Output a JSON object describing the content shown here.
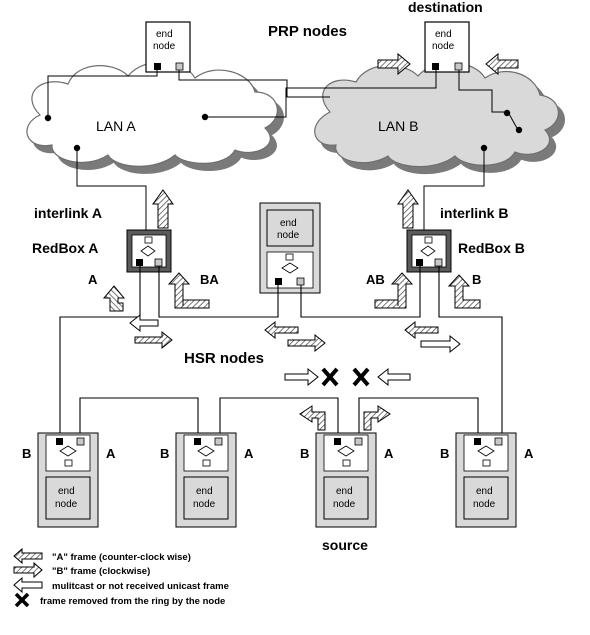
{
  "title": "PRP nodes",
  "destination_label": "destination",
  "end_node_label": [
    "end",
    "node"
  ],
  "lan_a": "LAN A",
  "lan_b": "LAN B",
  "interlink_a": "interlink A",
  "interlink_b": "interlink B",
  "redbox_a": "RedBox A",
  "redbox_b": "RedBox B",
  "hsr_nodes": "HSR nodes",
  "source_label": "source",
  "arrow_labels": {
    "a": "A",
    "ba": "BA",
    "ab": "AB",
    "b": "B"
  },
  "port_labels": {
    "left": "B",
    "right": "A"
  },
  "legend": [
    {
      "icon": "a-frame-arrow-icon",
      "text": "\"A\" frame (counter-clock wise)"
    },
    {
      "icon": "b-frame-arrow-icon",
      "text": "\"B\" frame (clockwise)"
    },
    {
      "icon": "multicast-arrow-icon",
      "text": "mulitcast or not received unicast frame"
    },
    {
      "icon": "cross-icon",
      "text": "frame removed from the ring by the node"
    }
  ],
  "colors": {
    "lan_fill": "#d9d9d9",
    "box_fill": "#d9d9d9",
    "port_dark": "#000000",
    "port_light": "#c8c8c8"
  }
}
